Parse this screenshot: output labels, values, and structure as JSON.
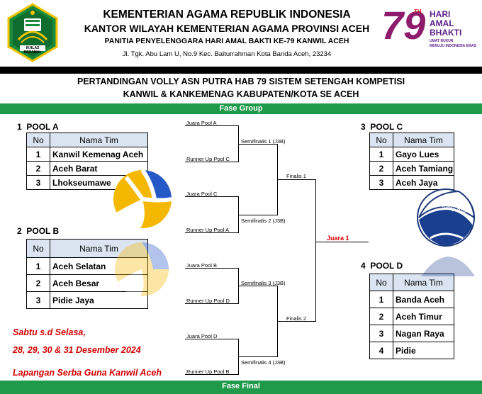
{
  "header": {
    "line1": "KEMENTERIAN AGAMA REPUBLIK INDONESIA",
    "line2": "KANTOR WILAYAH KEMENTERIAN AGAMA PROVINSI ACEH",
    "line3": "PANITIA PENYELENGGARA HARI AMAL BAKTI KE-79 KANWIL ACEH",
    "address": "Jl. Tgk. Abu Lam U, No.9 Kec. Baiturrahman Kota Banda Aceh, 23234",
    "logo_left_text": "IKHLAS BERAMAL",
    "logo_right": {
      "number": "79",
      "sup": "TH",
      "line1": "HARI",
      "line2": "AMAL",
      "line3": "BHAKTI",
      "sub1": "UMAT RUKUN",
      "sub2": "MENUJU INDONESIA EMAS"
    }
  },
  "title": {
    "line1": "PERTANDINGAN VOLLY ASN PUTRA HAB 79 SISTEM SETENGAH KOMPETISI",
    "line2": "KANWIL & KANKEMENAG KABUPATEN/KOTA SE ACEH"
  },
  "phase_group": "Fase Group",
  "phase_final": "Fase Final",
  "table_headers": {
    "no": "No",
    "name": "Nama Tim"
  },
  "pools": {
    "a": {
      "num": "1",
      "title": "POOL A",
      "teams": [
        {
          "no": "1",
          "name": "Kanwil Kemenag Aceh"
        },
        {
          "no": "2",
          "name": "Aceh Barat"
        },
        {
          "no": "3",
          "name": "Lhokseumawe"
        }
      ]
    },
    "b": {
      "num": "2",
      "title": "POOL B",
      "teams": [
        {
          "no": "1",
          "name": "Aceh Selatan"
        },
        {
          "no": "2",
          "name": "Aceh Besar"
        },
        {
          "no": "3",
          "name": "Pidie Jaya"
        }
      ]
    },
    "c": {
      "num": "3",
      "title": "POOL C",
      "teams": [
        {
          "no": "1",
          "name": "Gayo Lues"
        },
        {
          "no": "2",
          "name": "Aceh Tamiang"
        },
        {
          "no": "3",
          "name": "Aceh Jaya"
        }
      ]
    },
    "d": {
      "num": "4",
      "title": "POOL D",
      "teams": [
        {
          "no": "1",
          "name": "Banda Aceh"
        },
        {
          "no": "2",
          "name": "Aceh Timur"
        },
        {
          "no": "3",
          "name": "Nagan Raya"
        },
        {
          "no": "4",
          "name": "Pidie"
        }
      ]
    }
  },
  "bracket": {
    "seeds": [
      "Juara Pool A",
      "Runner Up Pool C",
      "Juara Pool C",
      "Runner Up Pool A",
      "Juara Pool B",
      "Runner Up Pool D",
      "Juara Pool D",
      "Runner Up Pool B"
    ],
    "semis": [
      "Semifinalis 1 (J3B)",
      "Semifinalis 2 (J3B)",
      "Semifinalis 3 (J3B)",
      "Semifinalis 4 (J3B)"
    ],
    "finals": [
      "Finalis 1",
      "Finalis 2"
    ],
    "champion": "Juara 1"
  },
  "ball_text": "Volley-Ball",
  "schedule": {
    "days": "Sabtu s.d Selasa,",
    "dates": "28, 29, 30 & 31 Desember 2024",
    "venue": "Lapangan Serba Guna Kanwil Aceh"
  },
  "colors": {
    "green": "#1f9a4a",
    "red": "#d10000",
    "table_header": "#dbe5f1"
  }
}
